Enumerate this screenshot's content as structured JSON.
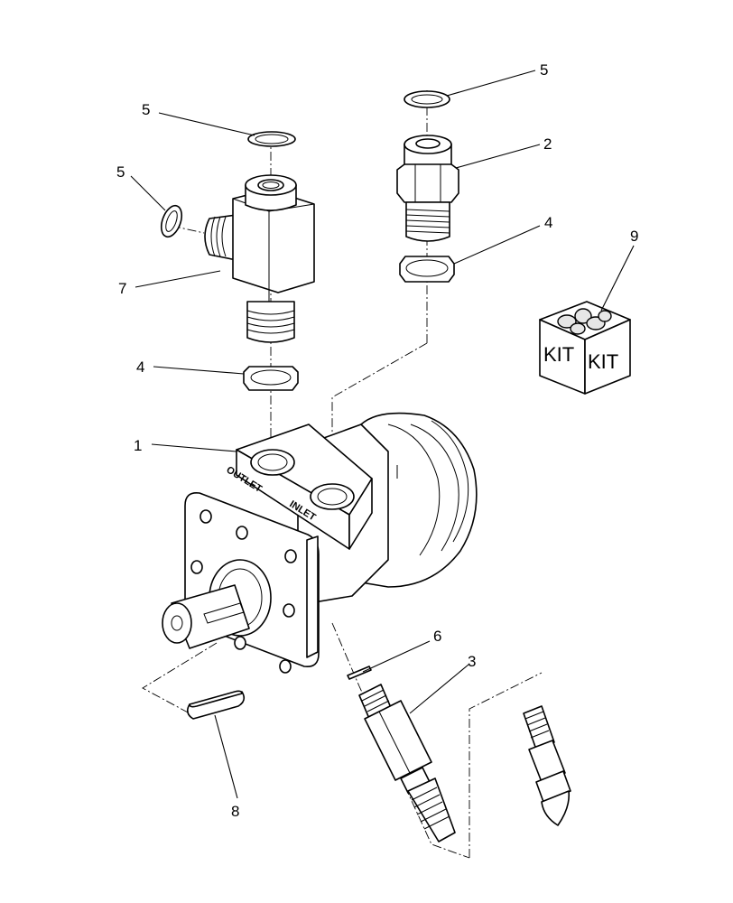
{
  "callouts": {
    "c1": "1",
    "c2": "2",
    "c3": "3",
    "c4a": "4",
    "c4b": "4",
    "c5a": "5",
    "c5b": "5",
    "c5c": "5",
    "c6": "6",
    "c7": "7",
    "c8": "8",
    "c9": "9"
  },
  "motor": {
    "outlet_label": "OUTLET",
    "inlet_label": "INLET"
  },
  "kit": {
    "left_label": "KIT",
    "right_label": "KIT"
  }
}
